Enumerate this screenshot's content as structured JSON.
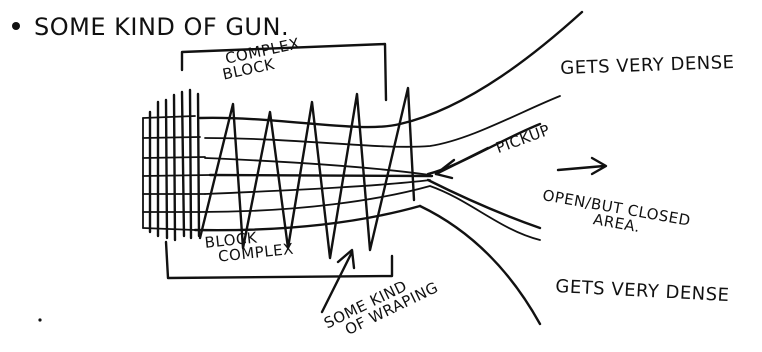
{
  "heading": "SOME KIND OF GUN.",
  "labels": {
    "complex_block": [
      "COMPLEX",
      "BLOCK"
    ],
    "block_complex": [
      "BLOCK",
      "COMPLEX"
    ],
    "gets_dense_top": "GETS VERY DENSE",
    "gets_dense_bottom": "GETS VERY DENSE",
    "pickup": "PICKUP",
    "open_area": [
      "OPEN/BUT CLOSED",
      "AREA."
    ],
    "wrapping": [
      "SOME KIND",
      "OF WRAPING"
    ]
  }
}
